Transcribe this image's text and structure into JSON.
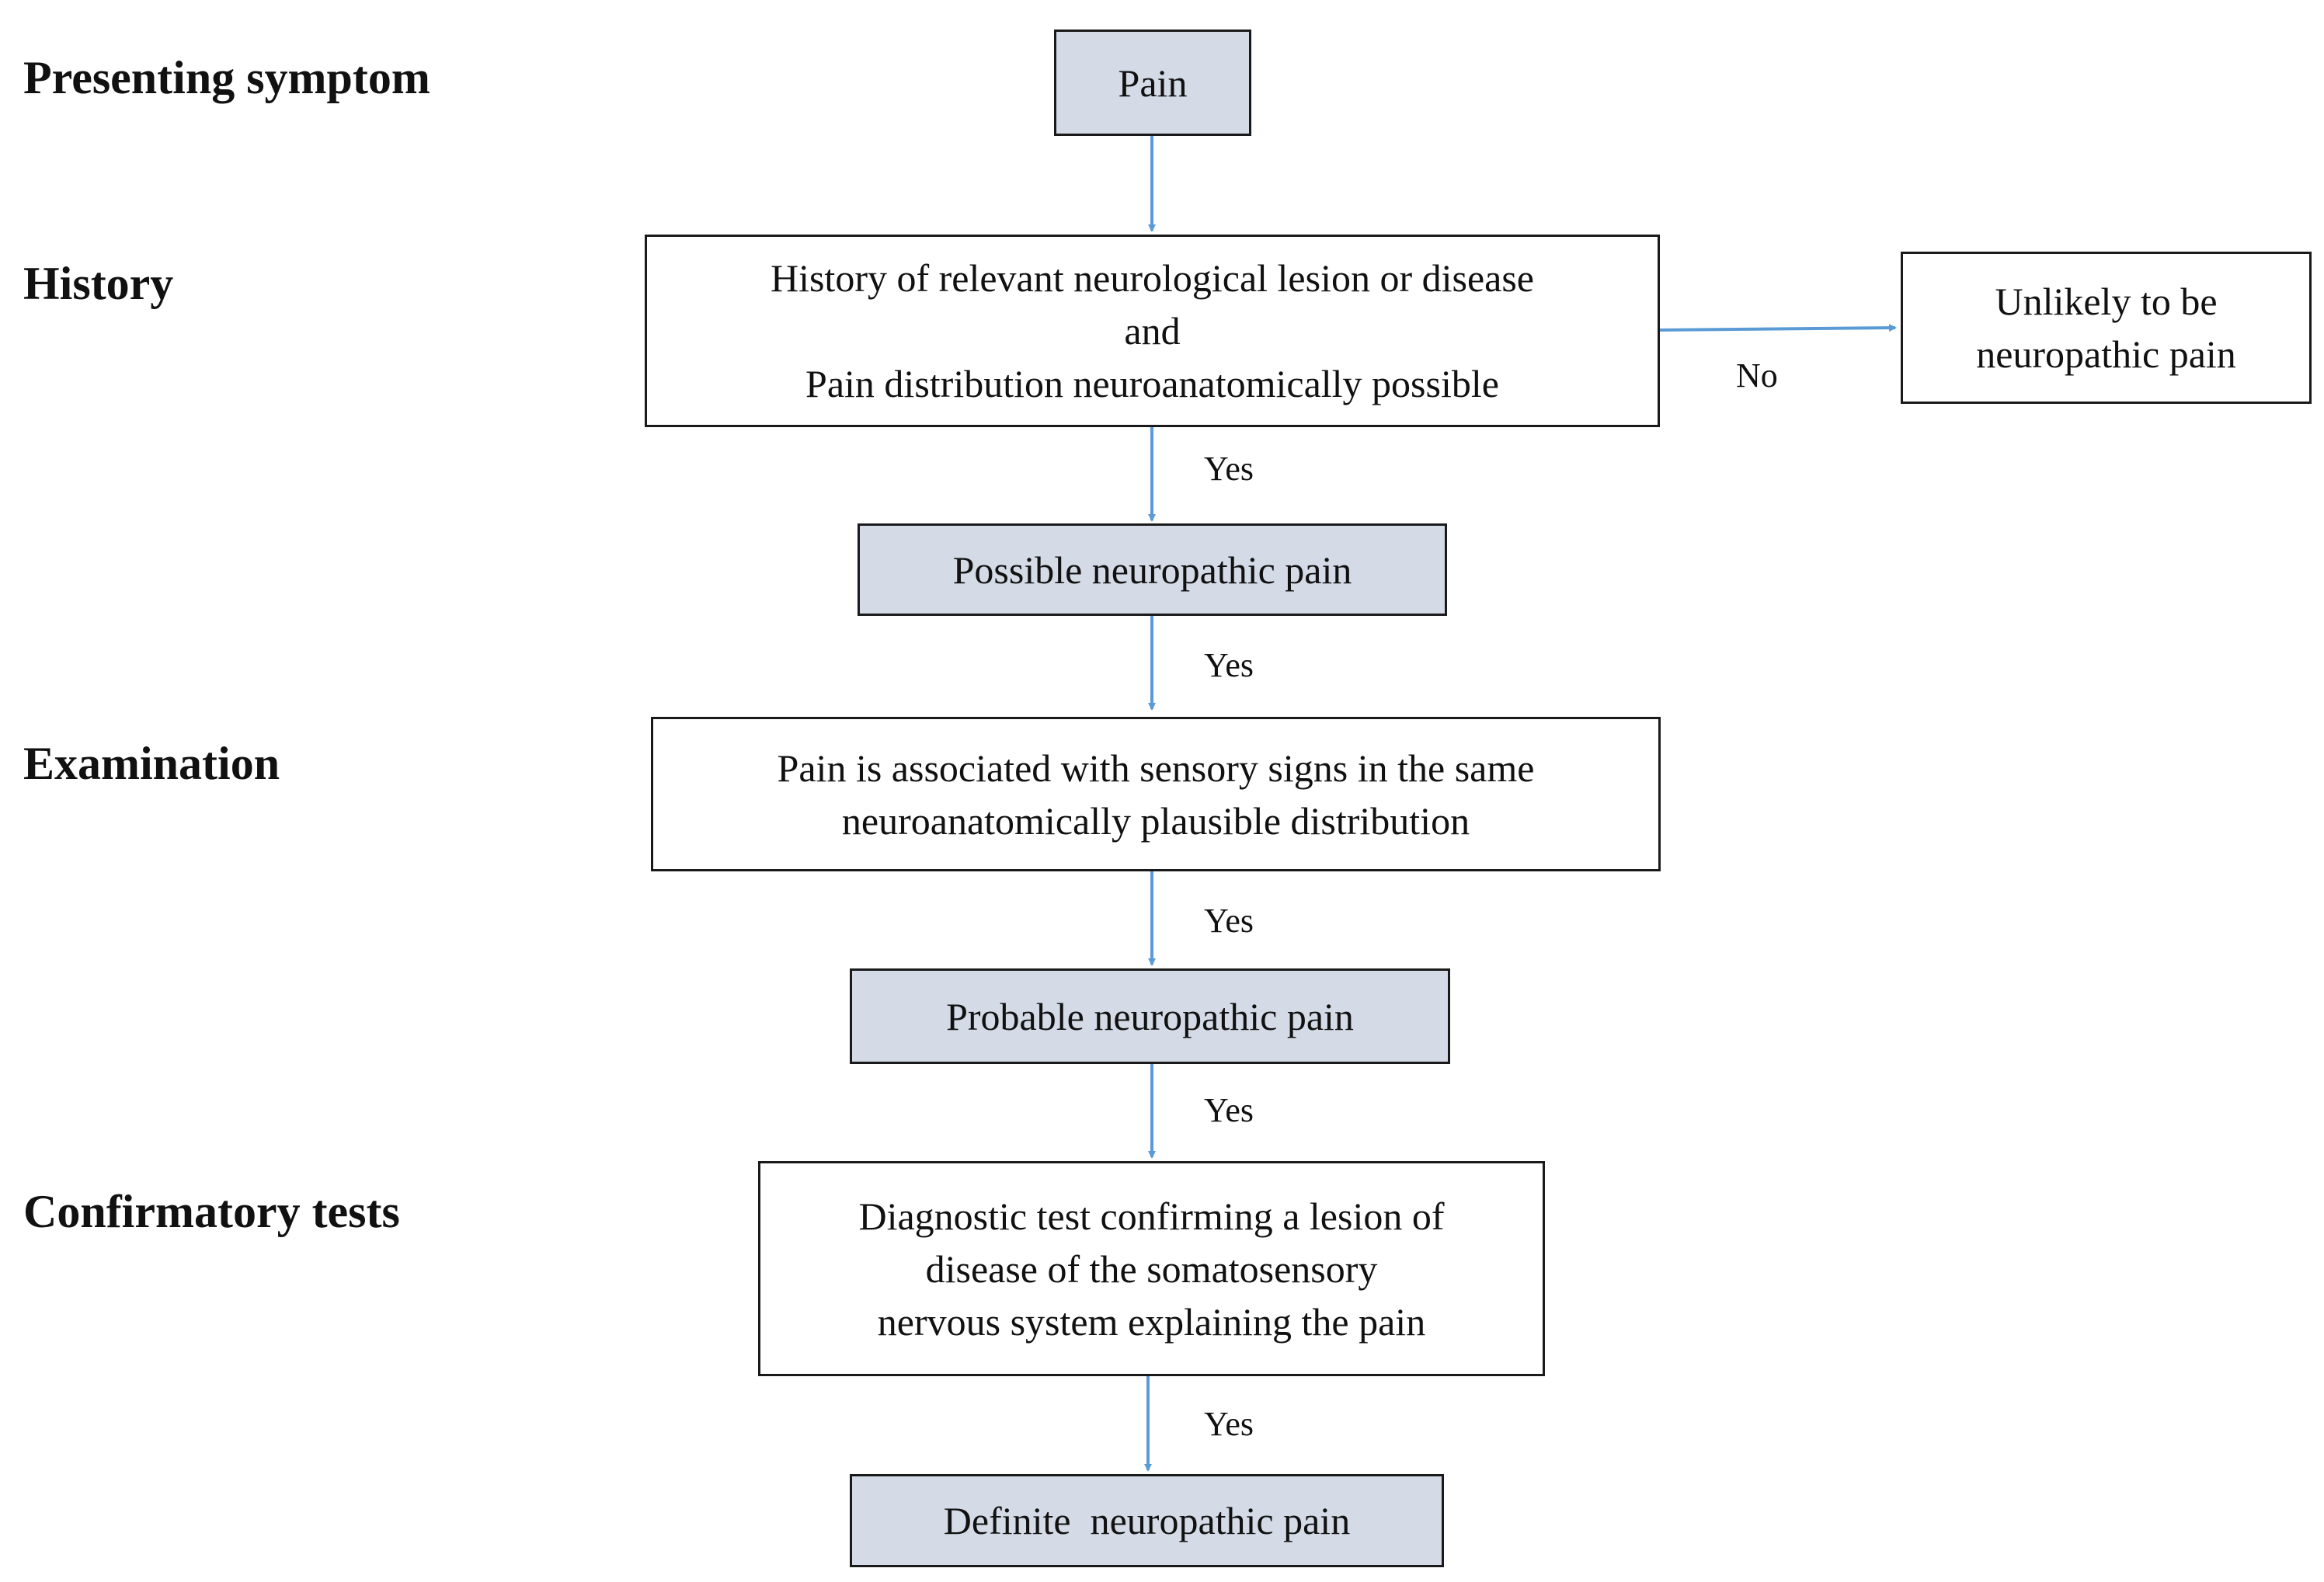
{
  "stages": {
    "presenting": "Presenting symptom",
    "history": "History",
    "examination": "Examination",
    "confirmatory": "Confirmatory tests"
  },
  "nodes": {
    "pain": [
      "Pain"
    ],
    "history_check": [
      "History of relevant neurological lesion or disease",
      "and",
      "Pain distribution neuroanatomically possible"
    ],
    "unlikely": [
      "Unlikely to be",
      "neuropathic pain"
    ],
    "possible": [
      "Possible neuropathic pain"
    ],
    "exam_check": [
      "Pain is associated with sensory signs in the same",
      "neuroanatomically plausible distribution"
    ],
    "probable": [
      "Probable neuropathic pain"
    ],
    "test_check": [
      "Diagnostic test confirming a lesion of",
      "disease of the somatosensory",
      "nervous system explaining the pain"
    ],
    "definite": [
      "Definite  neuropathic pain"
    ]
  },
  "edges": {
    "no": "No",
    "yes1": "Yes",
    "yes2": "Yes",
    "yes3": "Yes",
    "yes4": "Yes",
    "yes5": "Yes"
  },
  "colors": {
    "arrow": "#5b9bd5",
    "shaded_fill": "#d4dbe6",
    "border": "#1a1a1a"
  }
}
